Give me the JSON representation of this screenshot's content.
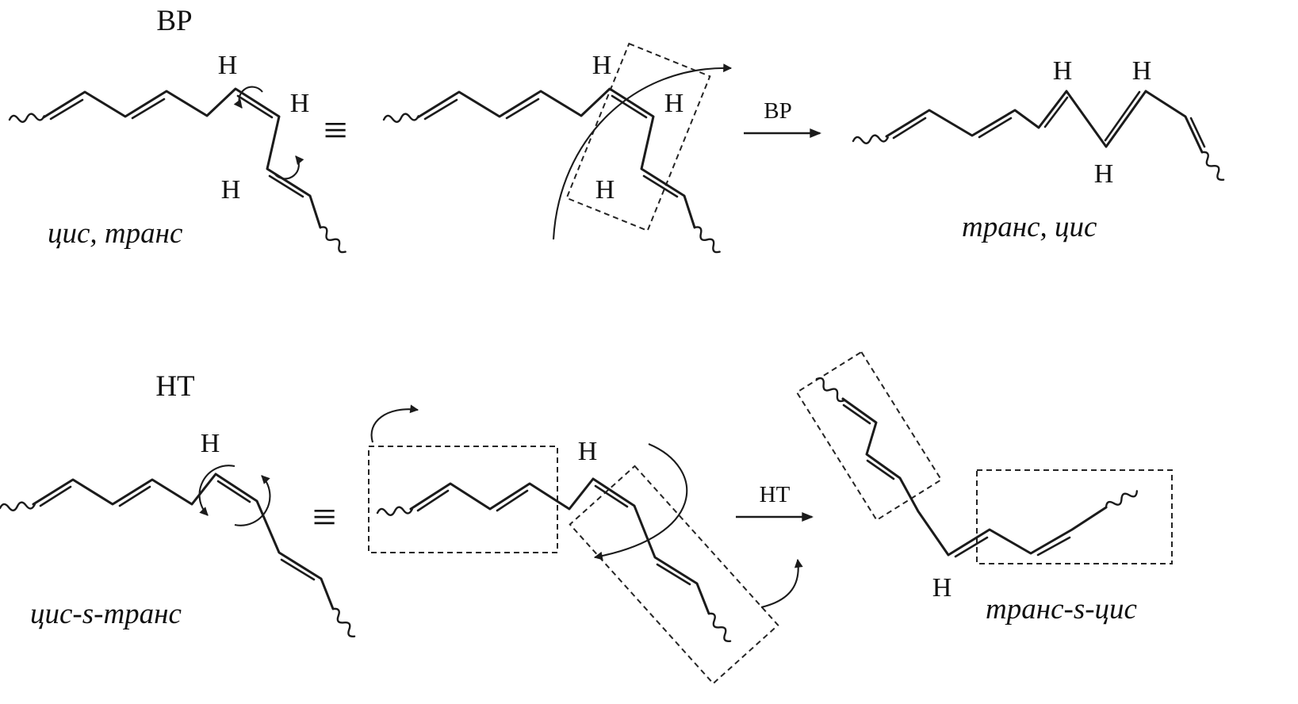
{
  "panels": {
    "bp": {
      "title": "BP",
      "reactant_label": "цис, транс",
      "equivalence_sign": "≡",
      "arrow_label": "BP",
      "product_label": "транс, цис"
    },
    "ht": {
      "title": "HT",
      "reactant_label": "цис-s-транс",
      "equivalence_sign": "≡",
      "arrow_label": "HT",
      "product_label": "транс-s-цис"
    }
  },
  "atoms": {
    "hydrogen": "H"
  }
}
